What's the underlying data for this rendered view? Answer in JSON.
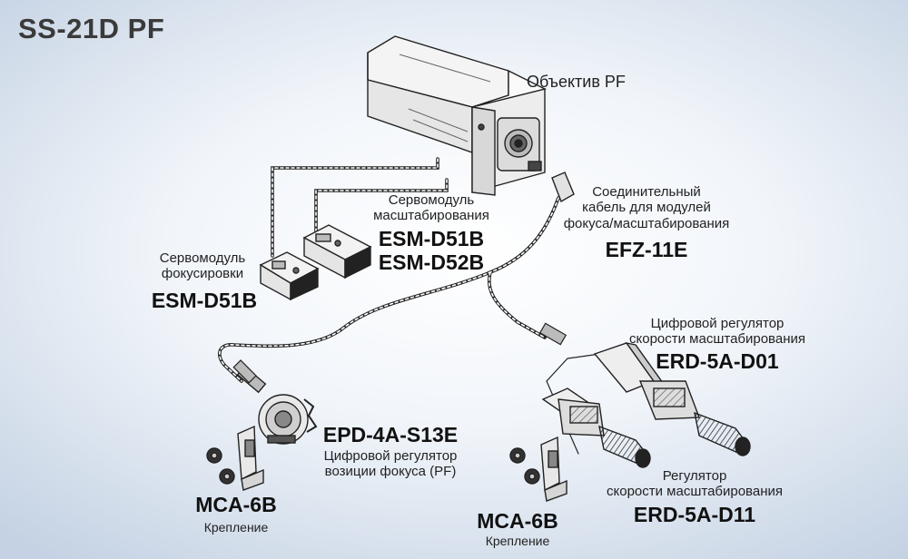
{
  "title": "SS-21D PF",
  "lens": {
    "label": "Объектив PF"
  },
  "servo_zoom": {
    "label_lines": [
      "Сервомодуль",
      "масштабирования"
    ],
    "models": [
      "ESM-D51B",
      "ESM-D52B"
    ]
  },
  "servo_focus": {
    "label_lines": [
      "Сервомодуль",
      "фокусировки"
    ],
    "model": "ESM-D51B"
  },
  "cable": {
    "label_lines": [
      "Соединительный",
      "кабель для модулей",
      "фокуса/масштабирования"
    ],
    "model": "EFZ-11E"
  },
  "zoom_digital": {
    "label_lines": [
      "Цифровой регулятор",
      "скорости масштабирования"
    ],
    "model": "ERD-5A-D01"
  },
  "focus_digital": {
    "model": "EPD-4A-S13E",
    "label_lines": [
      "Цифровой регулятор",
      "возиции фокуса (PF)"
    ]
  },
  "mount_left": {
    "model": "MCA-6B",
    "label": "Крепление"
  },
  "mount_right": {
    "model": "MCA-6B",
    "label": "Крепление"
  },
  "zoom_regular": {
    "label_lines": [
      "Регулятор",
      "скорости масштабирования"
    ],
    "model": "ERD-5A-D11"
  }
}
